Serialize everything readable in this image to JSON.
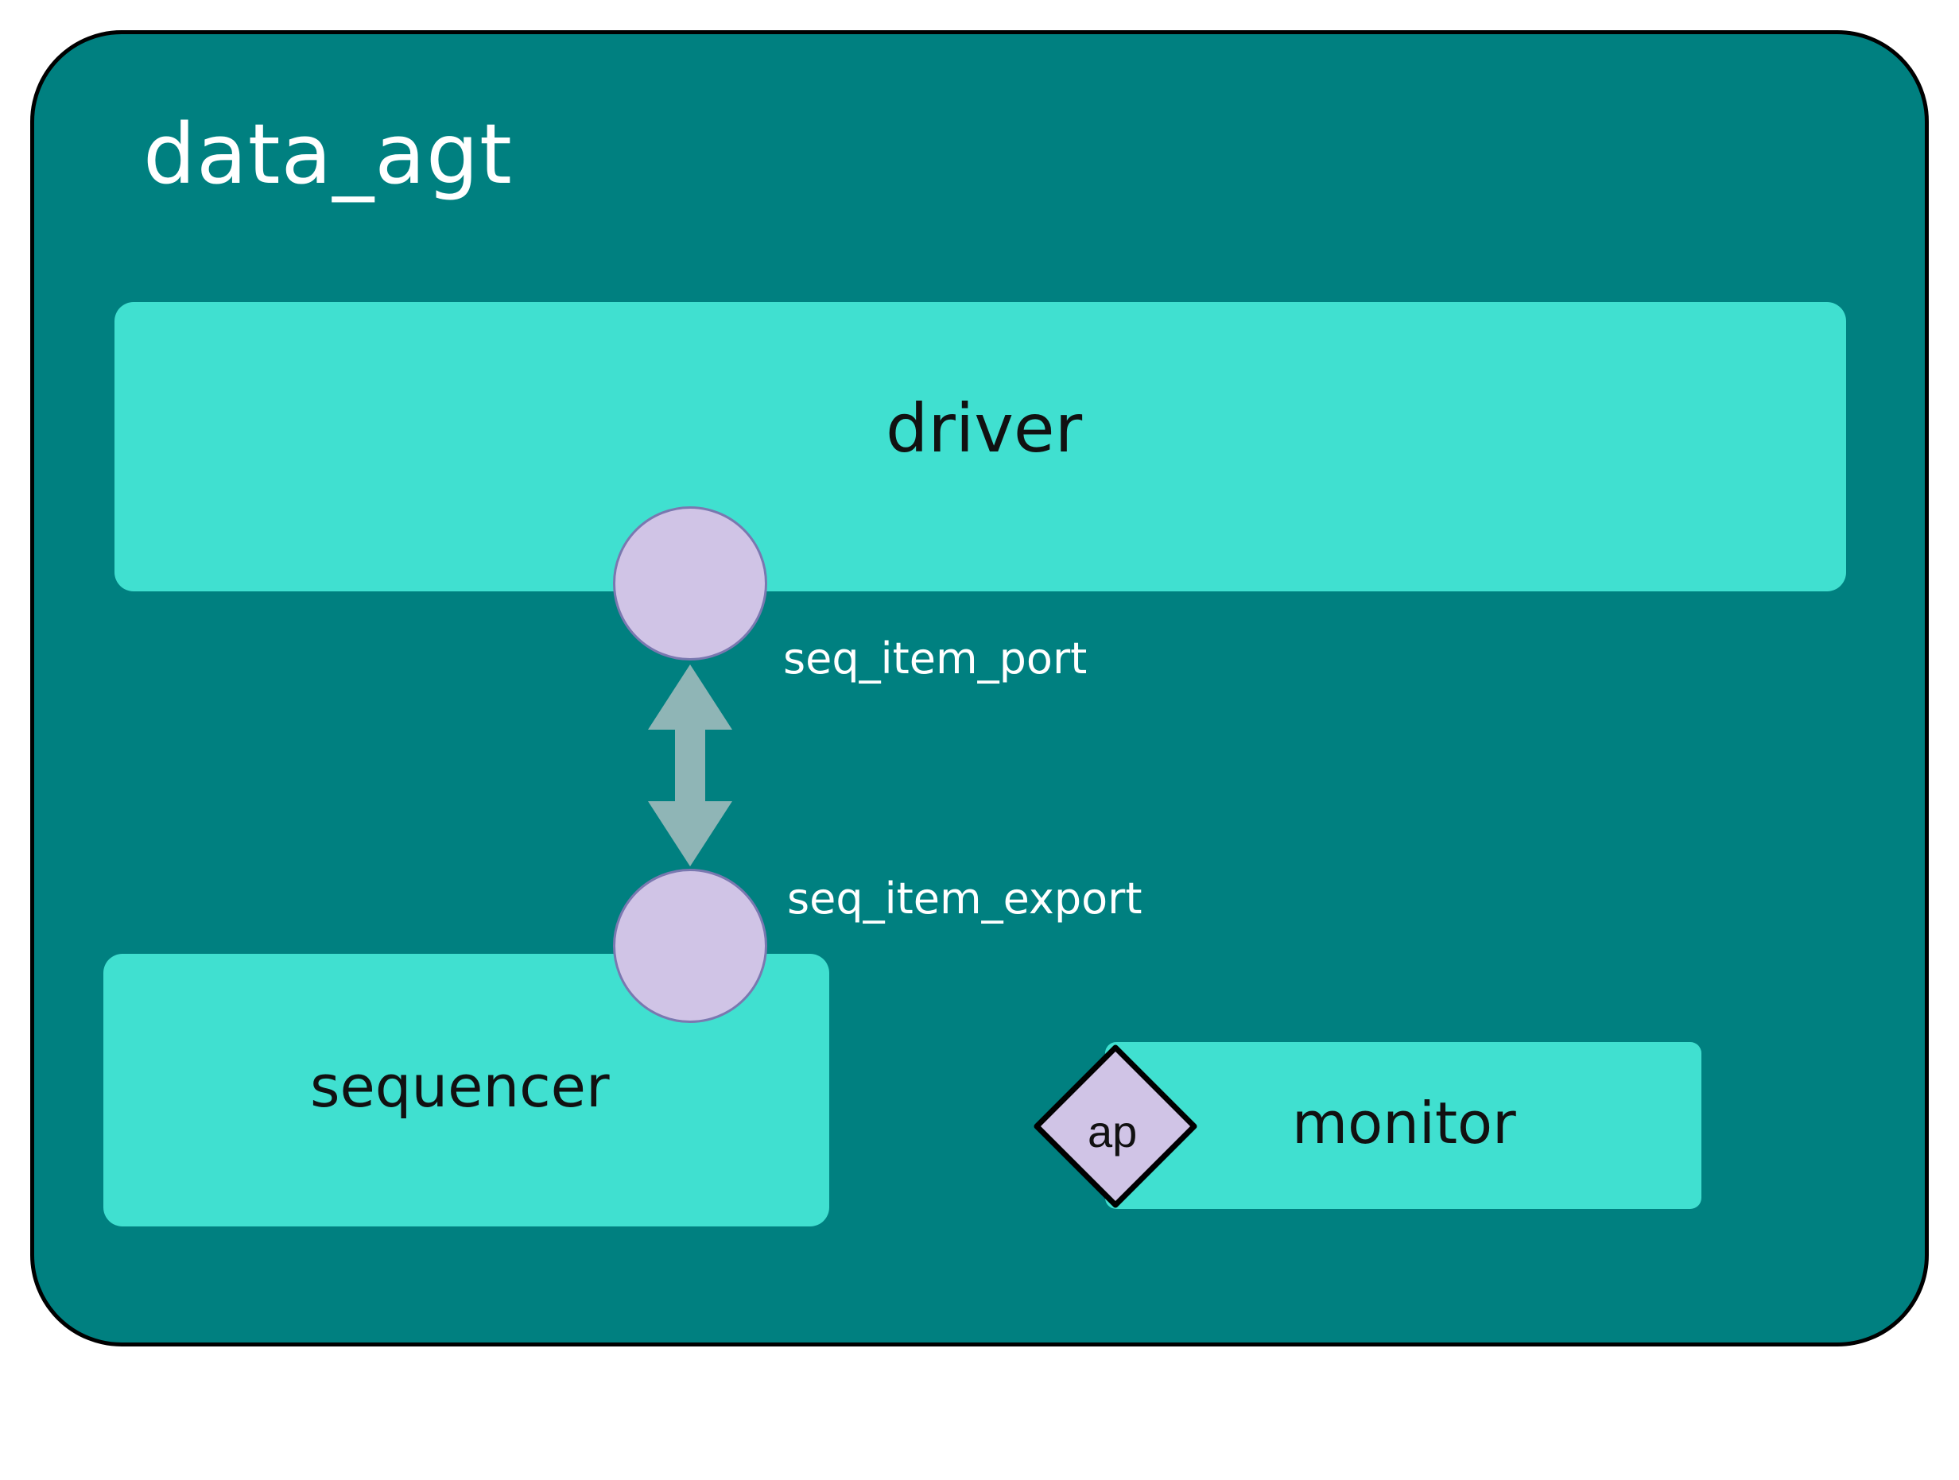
{
  "colors": {
    "agent_fill": "#008080",
    "agent_border": "#000000",
    "component_fill": "#40E0D0",
    "port_fill": "#D0C4E6",
    "arrow_fill": "#8FB5B6",
    "label_on_dark": "#FFFFFF",
    "label_on_light": "#111111"
  },
  "agent": {
    "title": "data_agt"
  },
  "components": {
    "driver": {
      "label": "driver"
    },
    "sequencer": {
      "label": "sequencer"
    },
    "monitor": {
      "label": "monitor"
    }
  },
  "ports": {
    "seq_item_port": {
      "label": "seq_item_port"
    },
    "seq_item_export": {
      "label": "seq_item_export"
    },
    "analysis_port": {
      "label": "ap"
    }
  },
  "connections": [
    {
      "from": "seq_item_port",
      "to": "seq_item_export",
      "style": "double-headed-arrow"
    }
  ]
}
